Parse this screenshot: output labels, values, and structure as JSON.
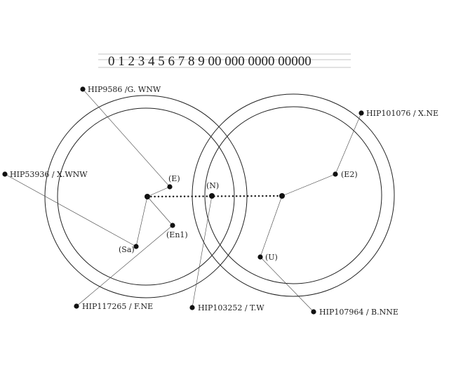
{
  "digit_strip": "0 1 2 3 4 5 6 7 8 9 00 000 0000 00000",
  "stars": [
    {
      "id": "hip9586",
      "label": "HIP9586 /G. WNW"
    },
    {
      "id": "hip53936",
      "label": "HIP53936 / X.WNW"
    },
    {
      "id": "hip101076",
      "label": "HIP101076 / X.NE"
    },
    {
      "id": "hip117265",
      "label": "HIP117265 / F.NE"
    },
    {
      "id": "hip103252",
      "label": "HIP103252 / T.W"
    },
    {
      "id": "hip107964",
      "label": "HIP107964 / B.NNE"
    }
  ],
  "nodes": [
    {
      "id": "e",
      "label": "(E)"
    },
    {
      "id": "n",
      "label": "(N)"
    },
    {
      "id": "en1",
      "label": "(En1)"
    },
    {
      "id": "sa",
      "label": "(Sa)"
    },
    {
      "id": "e2",
      "label": "(E2)"
    },
    {
      "id": "u",
      "label": "(U)"
    }
  ],
  "colors": {
    "ink": "#111111",
    "rule": "#b0b0b0"
  }
}
